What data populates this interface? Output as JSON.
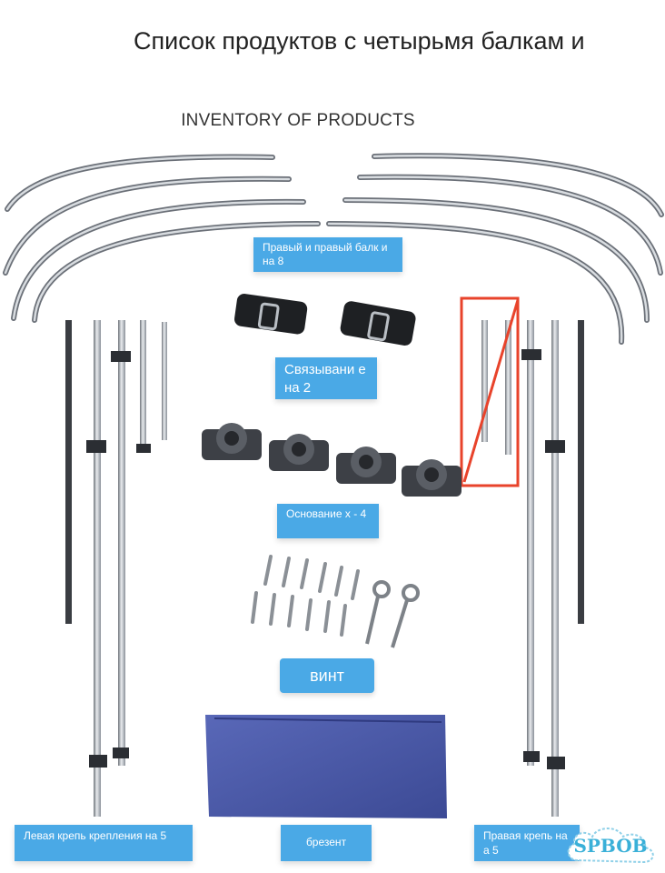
{
  "title": "Список продуктов с четырьмя балкам и",
  "subtitle": "INVENTORY OF PRODUCTS",
  "labels": {
    "beams": "Правый и правый балк и на 8",
    "straps": "Связывани е на 2",
    "bases": "Основание x - 4",
    "screws": "винт",
    "left_poles": "Левая крепь крепления на 5",
    "tarp": "брезент",
    "right_poles": "Правая крепь на а 5"
  },
  "watermark": "SPBOB",
  "colors": {
    "label_bg": "#4aa9e6",
    "highlight": "#e8432b",
    "tarp": "#4957a8"
  }
}
